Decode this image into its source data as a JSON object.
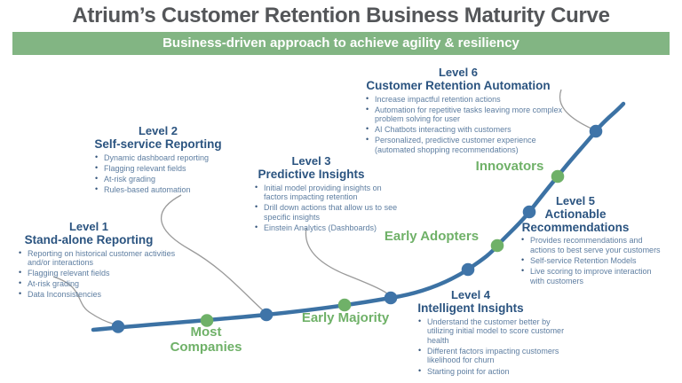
{
  "title": "Atrium’s Customer Retention Business Maturity Curve",
  "banner": "Business-driven approach to achieve agility & resiliency",
  "levels": [
    {
      "level_label": "Level 1",
      "title": "Stand-alone Reporting",
      "bullets": [
        "Reporting on historical customer activities and/or interactions",
        "Flagging relevant fields",
        "At-risk grading",
        "Data Inconsistencies"
      ]
    },
    {
      "level_label": "Level 2",
      "title": "Self-service Reporting",
      "bullets": [
        "Dynamic dashboard reporting",
        "Flagging relevant fields",
        "At-risk grading",
        "Rules-based automation"
      ]
    },
    {
      "level_label": "Level 3",
      "title": "Predictive Insights",
      "bullets": [
        "Initial model providing insights on factors impacting retention",
        "Drill down actions that allow us to see specific insights",
        "Einstein Analytics (Dashboards)"
      ]
    },
    {
      "level_label": "Level 4",
      "title": "Intelligent Insights",
      "bullets": [
        "Understand the customer better by utilizing initial model to score customer health",
        "Different factors impacting customers likelihood for churn",
        "Starting point for action"
      ]
    },
    {
      "level_label": "Level 5",
      "title": "Actionable Recommendations",
      "bullets": [
        "Provides recommendations and actions to best serve your customers",
        "Self-service Retention Models",
        "Live scoring to improve interaction with customers"
      ]
    },
    {
      "level_label": "Level 6",
      "title": "Customer Retention Automation",
      "bullets": [
        "Increase impactful retention actions",
        "Automation for repetitive tasks leaving more complex problem solving for user",
        "AI Chatbots interacting with customers",
        "Personalized, predictive customer experience (automated shopping recommendations)"
      ]
    }
  ],
  "adoption_stages": [
    {
      "label": "Most Companies"
    },
    {
      "label": "Early Majority"
    },
    {
      "label": "Early Adopters"
    },
    {
      "label": "Innovators"
    }
  ],
  "curve": {
    "marker_sequence": [
      "level-1",
      "most-companies",
      "level-2",
      "early-majority",
      "level-3",
      "level-4",
      "early-adopters",
      "level-5",
      "innovators",
      "level-6"
    ]
  },
  "colors": {
    "title_gray": "#545659",
    "banner_green": "#82b583",
    "heading_navy": "#2b5480",
    "bullet_text_blue": "#5e7ea1",
    "curve_blue": "#3c72a4",
    "stage_green": "#6fb168",
    "connector_gray": "#9a9a9a"
  }
}
